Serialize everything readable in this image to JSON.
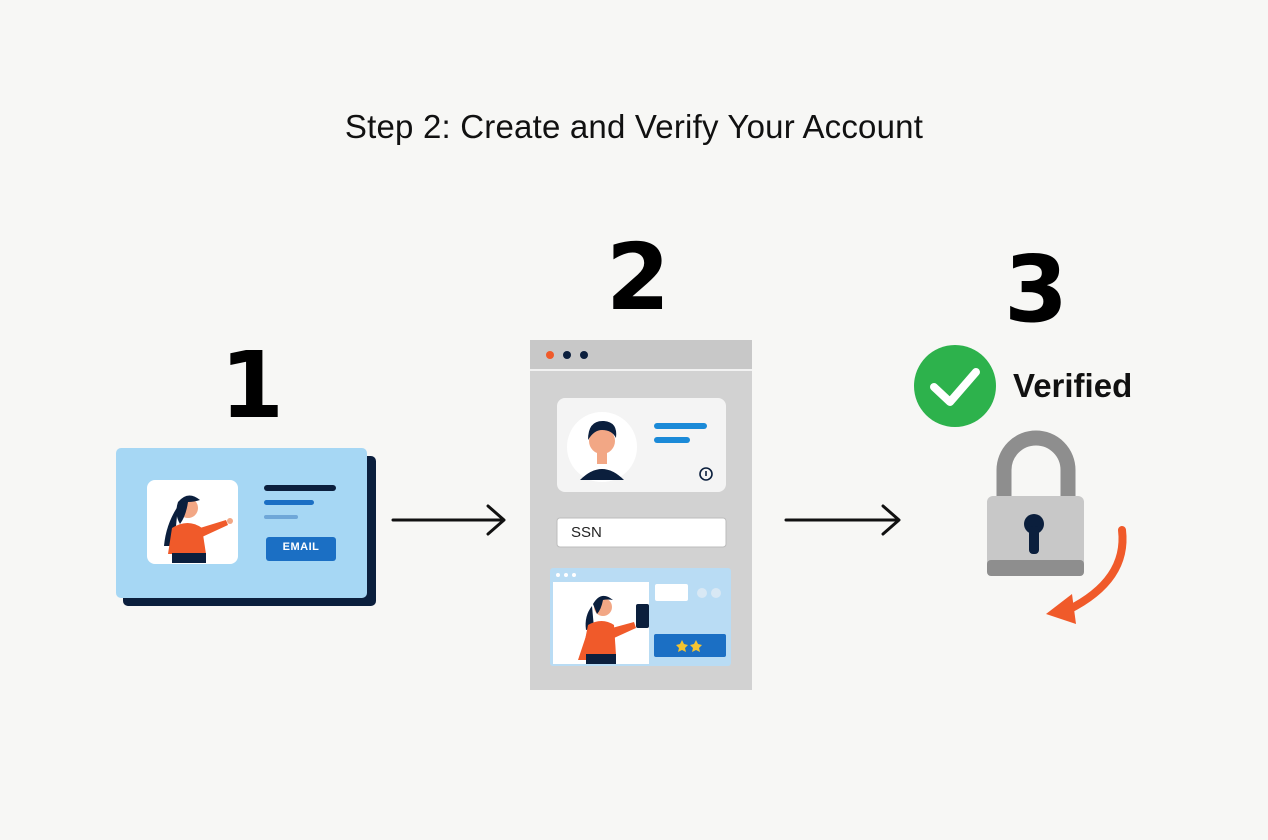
{
  "title": "Step 2: Create and Verify Your Account",
  "steps": [
    {
      "number": "1"
    },
    {
      "number": "2"
    },
    {
      "number": "3"
    }
  ],
  "step1": {
    "email_button": "EMAIL"
  },
  "step2": {
    "ssn_field": "SSN"
  },
  "step3": {
    "status": "Verified"
  },
  "icons": [
    "check-circle-icon",
    "padlock-icon",
    "refresh-arrow-icon",
    "arrow-right-icon"
  ],
  "colors": {
    "card_blue": "#a6d7f4",
    "navy": "#0b1f3d",
    "accent_blue": "#1b6fc4",
    "orange": "#f05a2a",
    "green": "#2db24c",
    "gray": "#d2d2d2"
  }
}
